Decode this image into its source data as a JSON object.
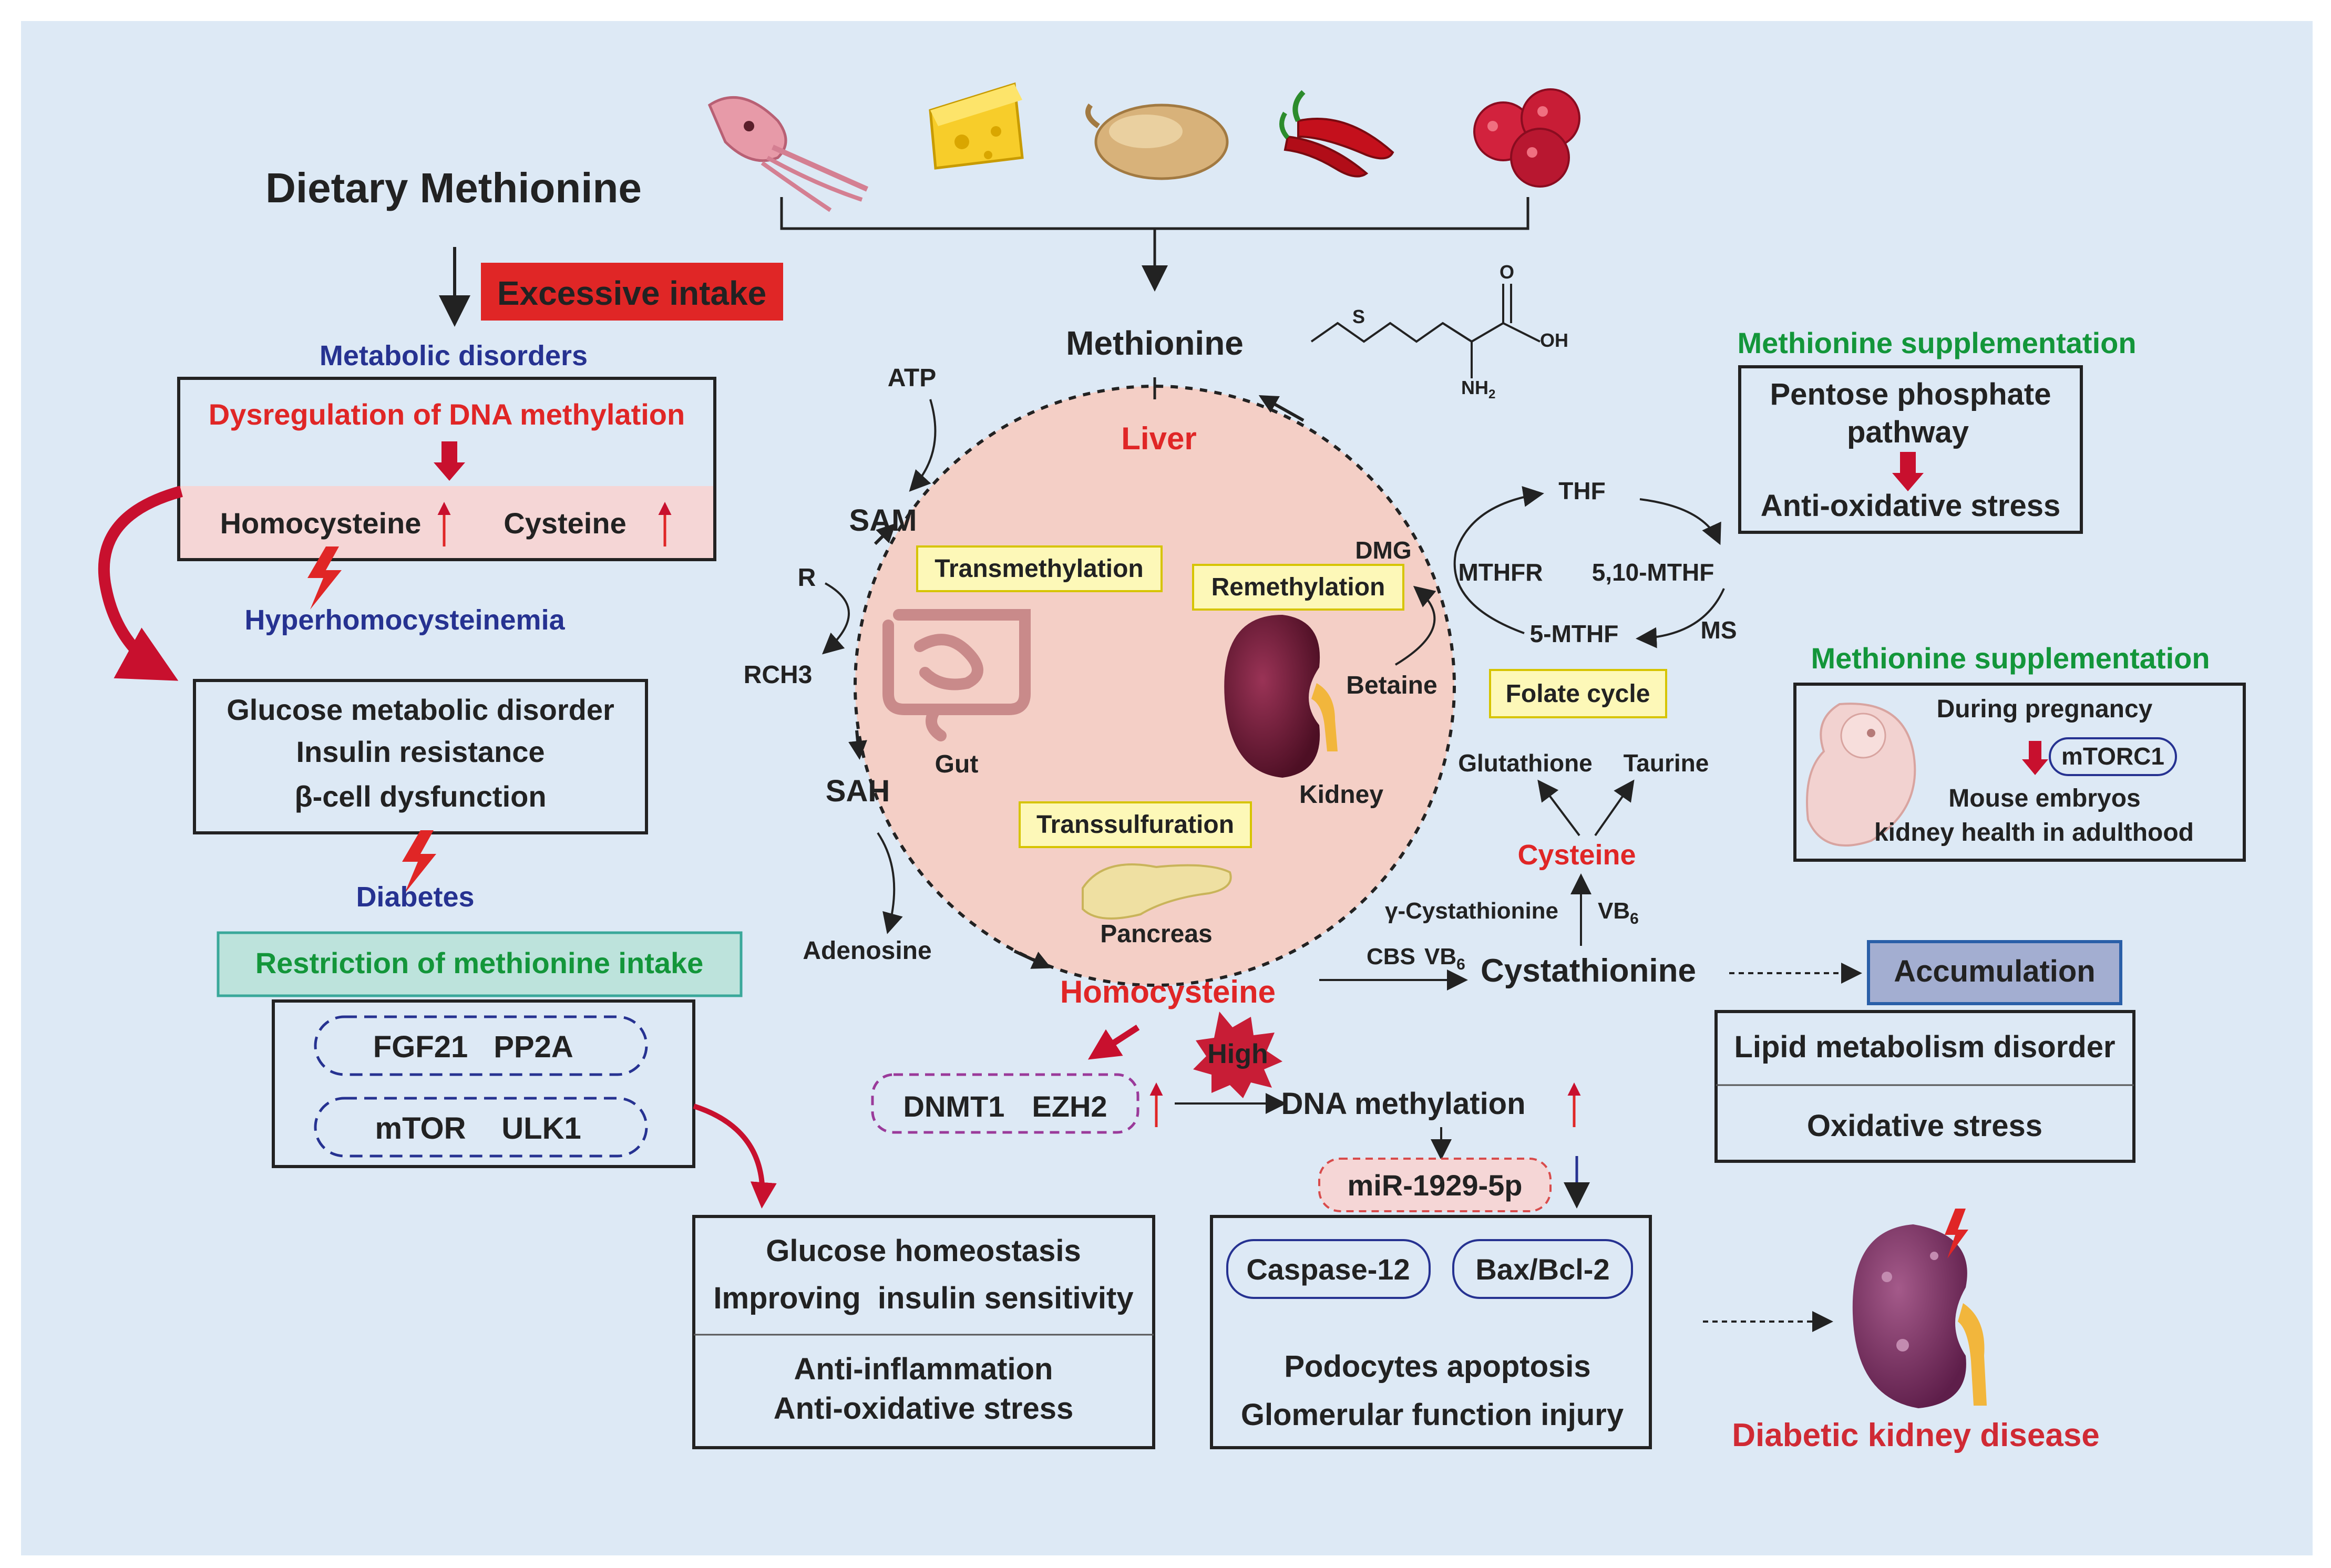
{
  "colors": {
    "background": "#dde9f5",
    "red": "#e02626",
    "dark_red": "#c8102e",
    "navy": "#263291",
    "green": "#13963a",
    "text": "#222222",
    "liver_fill": "#f4cfc6",
    "label_fill": "#fdf8b8",
    "label_stroke": "#d6c400",
    "teal_fill": "#bde3dc",
    "teal_stroke": "#3aa89a",
    "accumulation_fill": "#a3aed1",
    "accumulation_stroke": "#2a5fa8",
    "pink_box": "#f5d6d6"
  },
  "icons": [
    "squid-icon",
    "cheese-icon",
    "chicken-icon",
    "chili-pepper-icon",
    "raspberry-icon",
    "methionine-structure-icon",
    "intestine-icon",
    "kidney-icon",
    "pancreas-icon",
    "embryo-icon",
    "diseased-kidney-icon",
    "lightning-icon",
    "starburst-icon"
  ],
  "dietary": {
    "title": "Dietary Methionine",
    "excessive_intake": "Excessive intake",
    "metabolic_disorders": "Metabolic disorders",
    "dysregulation": "Dysregulation of DNA methylation",
    "homocysteine": "Homocysteine",
    "cysteine": "Cysteine",
    "hyperhomocysteinemia": "Hyperhomocysteinemia",
    "glucose_box": [
      "Glucose metabolic disorder",
      "Insulin resistance",
      "β-cell dysfunction"
    ],
    "diabetes": "Diabetes",
    "restriction": "Restriction of methionine intake",
    "pill1": [
      "FGF21",
      "PP2A"
    ],
    "pill2": [
      "mTOR",
      "ULK1"
    ],
    "benefits_top": [
      "Glucose homeostasis",
      "Improving  insulin sensitivity"
    ],
    "benefits_bottom": [
      "Anti-inflammation",
      "Anti-oxidative stress"
    ]
  },
  "cycle": {
    "methionine": "Methionine",
    "liver": "Liver",
    "atp": "ATP",
    "sam": "SAM",
    "r": "R",
    "rch3": "RCH3",
    "sah": "SAH",
    "adenosine": "Adenosine",
    "transmethylation": "Transmethylation",
    "gut": "Gut",
    "remethylation": "Remethylation",
    "dmg": "DMG",
    "betaine": "Betaine",
    "kidney": "Kidney",
    "transsulfuration": "Transsulfuration",
    "pancreas": "Pancreas",
    "homocysteine": "Homocysteine",
    "high": "High",
    "structure_s": "S",
    "structure_o": "O",
    "structure_oh": "OH",
    "structure_nh2": "NH",
    "structure_nh2_sub": "2"
  },
  "folate": {
    "thf": "THF",
    "mthfr": "MTHFR",
    "mthf510": "5,10-MTHF",
    "mthf5": "5-MTHF",
    "ms": "MS",
    "label": "Folate cycle"
  },
  "transsulfuration": {
    "glutathione": "Glutathione",
    "taurine": "Taurine",
    "cysteine": "Cysteine",
    "gamma": "γ-Cystathionine",
    "vb": "VB",
    "sub6": "6",
    "cbs": "CBS",
    "cystathionine": "Cystathionine",
    "accumulation": "Accumulation",
    "lipid": "Lipid metabolism disorder",
    "oxidative": "Oxidative stress"
  },
  "supplement": {
    "title1": "Methionine supplementation",
    "ppp_line1": "Pentose phosphate",
    "ppp_line2": "pathway",
    "anti_oxidative": "Anti-oxidative stress",
    "title2": "Methionine supplementation",
    "pregnancy": "During pregnancy",
    "mtorc1": "mTORC1",
    "mouse": "Mouse embryos",
    "kidney_health": "kidney health in adulthood"
  },
  "methylation": {
    "dnmt1": "DNMT1",
    "ezh2": "EZH2",
    "dna_methylation": "DNA methylation",
    "mir": "miR-1929-5p",
    "caspase": "Caspase-12",
    "bax": "Bax/Bcl-2",
    "podocytes": "Podocytes apoptosis",
    "glomerular": "Glomerular function injury",
    "dkd": "Diabetic kidney disease"
  }
}
